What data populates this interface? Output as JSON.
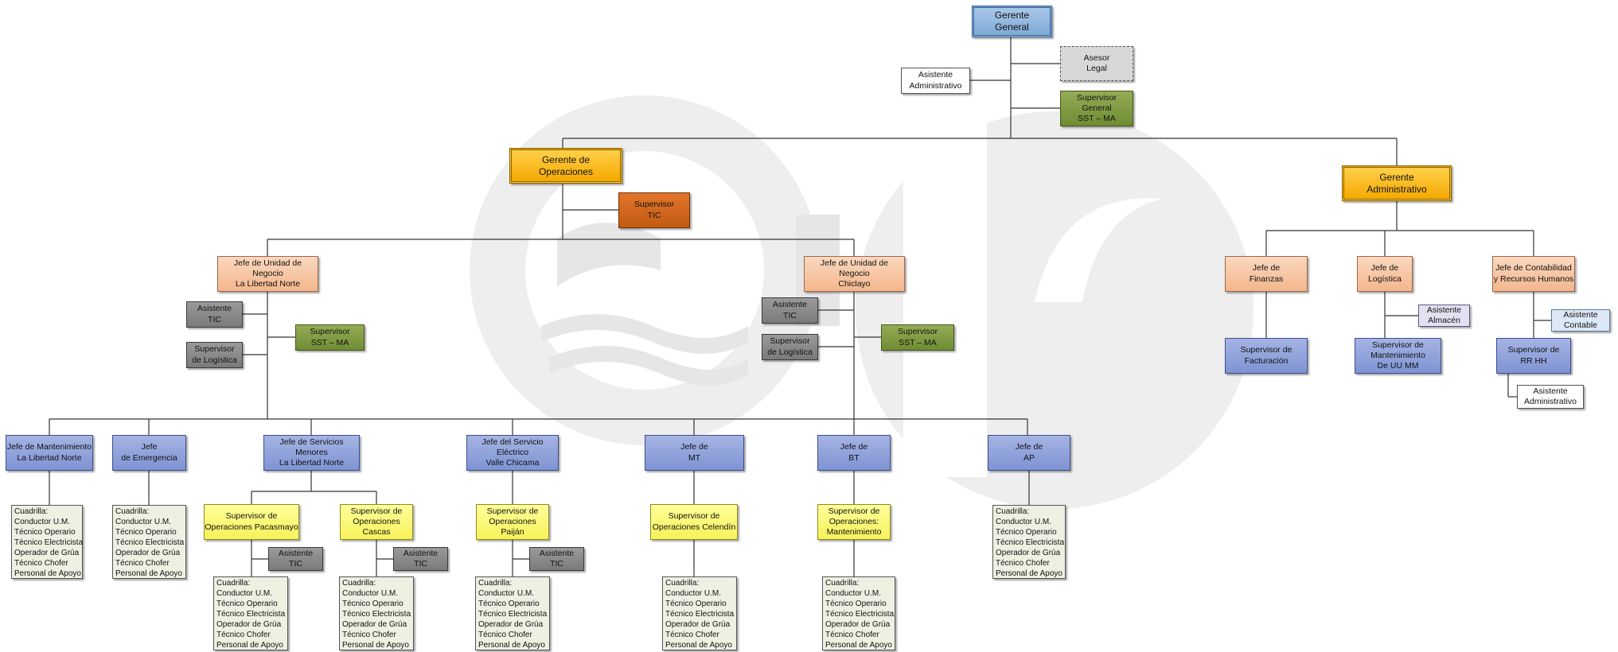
{
  "nodes": {
    "gerente_general": "Gerente\nGeneral",
    "asesor_legal": "Asesor\nLegal",
    "asistente_admin_top": "Asistente\nAdministrativo",
    "supervisor_general_sst": "Supervisor General\nSST – MA",
    "gerente_operaciones": "Gerente de\nOperaciones",
    "supervisor_tic": "Supervisor\nTIC",
    "gerente_administrativo": "Gerente\nAdministrativo",
    "jun_libertad": "Jefe de Unidad de Negocio\nLa Libertad Norte",
    "jun_chiclayo": "Jefe de Unidad de Negocio\nChiclayo",
    "lib_asistente_tic": "Asistente\nTIC",
    "lib_supervisor_logistica": "Supervisor\nde Logística",
    "lib_supervisor_sst": "Supervisor\nSST – MA",
    "chi_asistente_tic": "Asistente\nTIC",
    "chi_supervisor_logistica": "Supervisor\nde Logística",
    "chi_supervisor_sst": "Supervisor\nSST – MA",
    "jefe_finanzas": "Jefe de\nFinanzas",
    "jefe_logistica": "Jefe de\nLogística",
    "jefe_contabilidad": "Jefe de Contabilidad\ny Recursos Humanos",
    "asistente_almacen": "Asistente\nAlmacén",
    "asistente_contable": "Asistente\nContable",
    "supervisor_facturacion": "Supervisor de\nFacturación",
    "supervisor_mantenimiento_uu": "Supervisor de\nMantenimiento\nDe UU MM",
    "supervisor_rrhh": "Supervisor de\nRR HH",
    "asistente_admin_rrhh": "Asistente\nAdministrativo",
    "jefe_mant_libertad": "Jefe de Mantenimiento\nLa Libertad Norte",
    "jefe_emergencia": "Jefe\nde Emergencia",
    "jefe_servicios_menores": "Jefe de Servicios Menores\nLa Libertad Norte",
    "jefe_servicio_electrico": "Jefe del Servicio Eléctrico\nValle Chicama",
    "jefe_mt": "Jefe de\nMT",
    "jefe_bt": "Jefe de\nBT",
    "jefe_ap": "Jefe de\nAP",
    "sup_pacasmayo": "Supervisor de\nOperaciones Pacasmayo",
    "sup_cascas": "Supervisor de\nOperaciones Cascas",
    "sup_paijan": "Supervisor de\nOperaciones Paiján",
    "sup_celendin": "Supervisor de\nOperaciones Celendín",
    "sup_mantenimiento": "Supervisor de\nOperaciones:\nMantenimiento",
    "asist_tic_pacasmayo": "Asistente\nTIC",
    "asist_tic_cascas": "Asistente\nTIC",
    "asist_tic_paijan": "Asistente\nTIC"
  },
  "crew": [
    "Cuadrilla:",
    "Conductor U.M.",
    "Técnico Operario",
    "Técnico Electricista",
    "Operador de Grúa",
    "Técnico Chofer",
    "Personal de Apoyo"
  ],
  "colors": {
    "line": "#333333",
    "watermark": "#f0f0f0"
  }
}
